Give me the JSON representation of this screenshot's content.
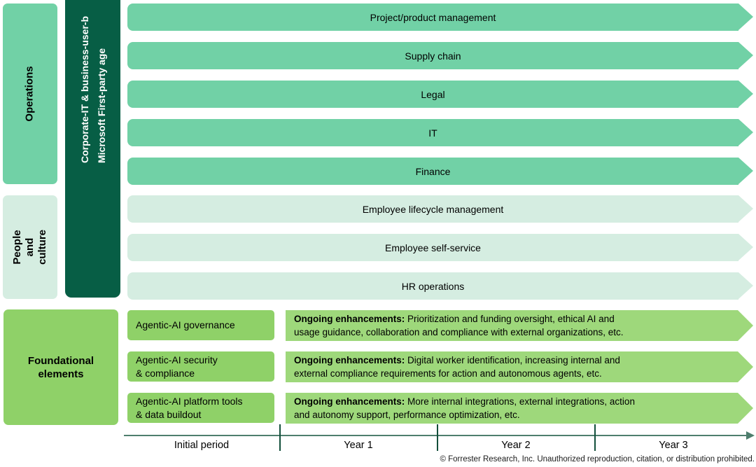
{
  "colors": {
    "medium_green": "#71d1a6",
    "pale_green": "#d5ede1",
    "dark_green": "#075e45",
    "lime_green": "#8fd168",
    "lime_light": "#9ed87b",
    "axis_line": "#4e7e6d",
    "tick_green": "#134f3b",
    "banner_text": "#ffffff"
  },
  "sections": {
    "operations": "Operations",
    "people": "People\nand culture",
    "foundational": "Foundational\nelements"
  },
  "banner": {
    "text": "Corporate-IT & business-user-b\nMicrosoft First-party age"
  },
  "rows": [
    {
      "label": "Project/product management",
      "tone": "medium"
    },
    {
      "label": "Supply chain",
      "tone": "medium"
    },
    {
      "label": "Legal",
      "tone": "medium"
    },
    {
      "label": "IT",
      "tone": "medium"
    },
    {
      "label": "Finance",
      "tone": "medium"
    },
    {
      "label": "Employee lifecycle management",
      "tone": "pale"
    },
    {
      "label": "Employee self-service",
      "tone": "pale"
    },
    {
      "label": "HR operations",
      "tone": "pale"
    }
  ],
  "foundational_rows": [
    {
      "box": "Agentic-AI governance",
      "prefix": "Ongoing enhancements:",
      "text": " Prioritization and funding oversight, ethical AI and\nusage guidance, collaboration and compliance with external organizations, etc."
    },
    {
      "box": "Agentic-AI security\n& compliance",
      "prefix": "Ongoing enhancements:",
      "text": " Digital worker identification, increasing internal and\nexternal compliance requirements for action and autonomous agents, etc."
    },
    {
      "box": "Agentic-AI platform tools\n& data buildout",
      "prefix": "Ongoing enhancements:",
      "text": " More internal integrations, external integrations, action\nand autonomy support, performance optimization, etc."
    }
  ],
  "axis": {
    "labels": [
      "Initial period",
      "Year 1",
      "Year 2",
      "Year 3"
    ]
  },
  "footer": "© Forrester Research, Inc. Unauthorized reproduction, citation, or distribution prohibited."
}
